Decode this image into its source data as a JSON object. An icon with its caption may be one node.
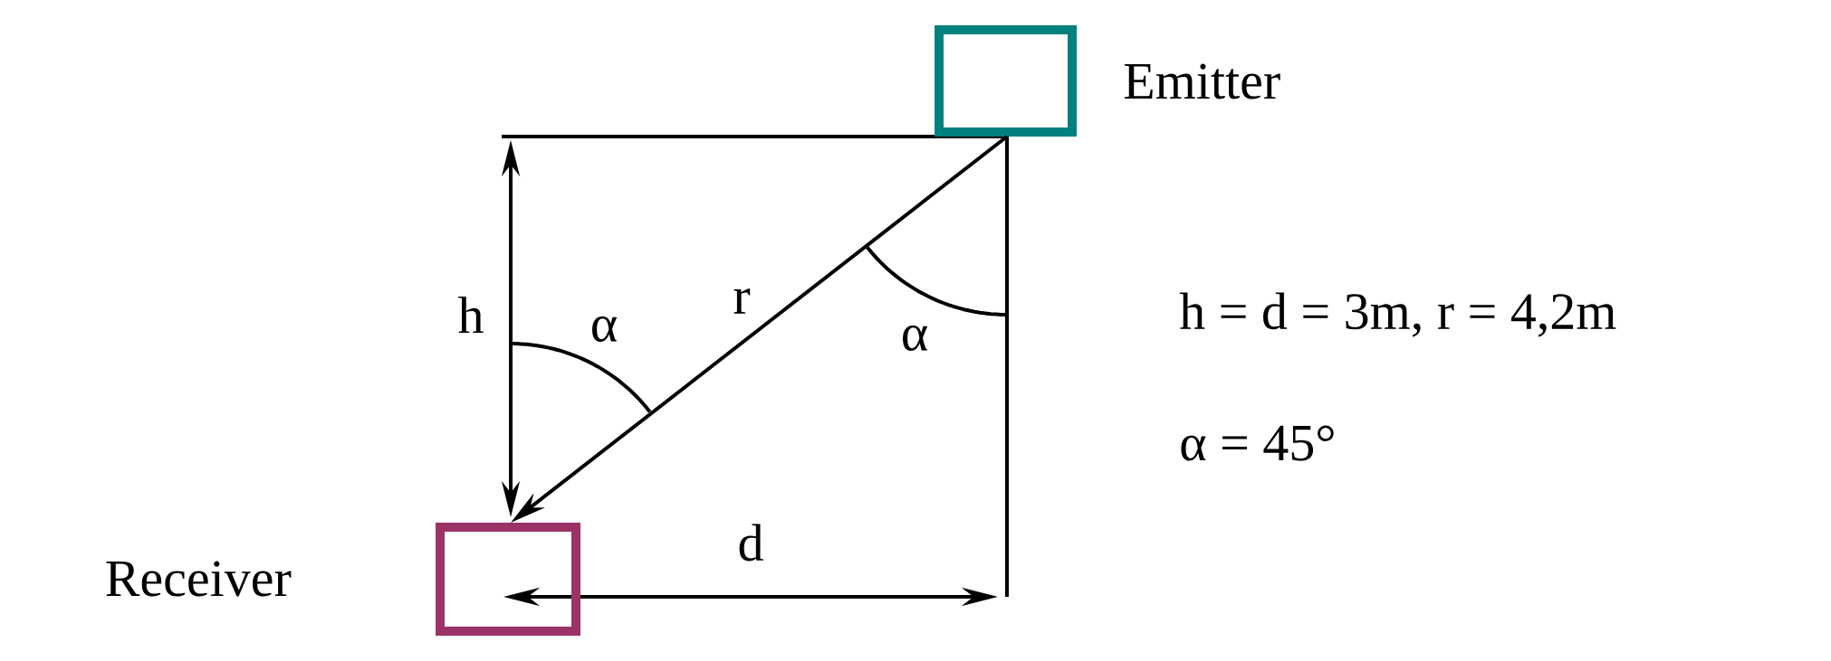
{
  "diagram": {
    "nodes": [
      {
        "text": [
          "Emitter"
        ]
      },
      {
        "text": [
          "Receiver"
        ]
      }
    ],
    "edges": [
      {
        "from": 0,
        "to": 1,
        "arrow": "to",
        "label": "r"
      }
    ],
    "labels": [
      "h",
      "α",
      "α",
      "h = d = 3m, r = 4,2m",
      "α = 45°",
      "d"
    ]
  }
}
